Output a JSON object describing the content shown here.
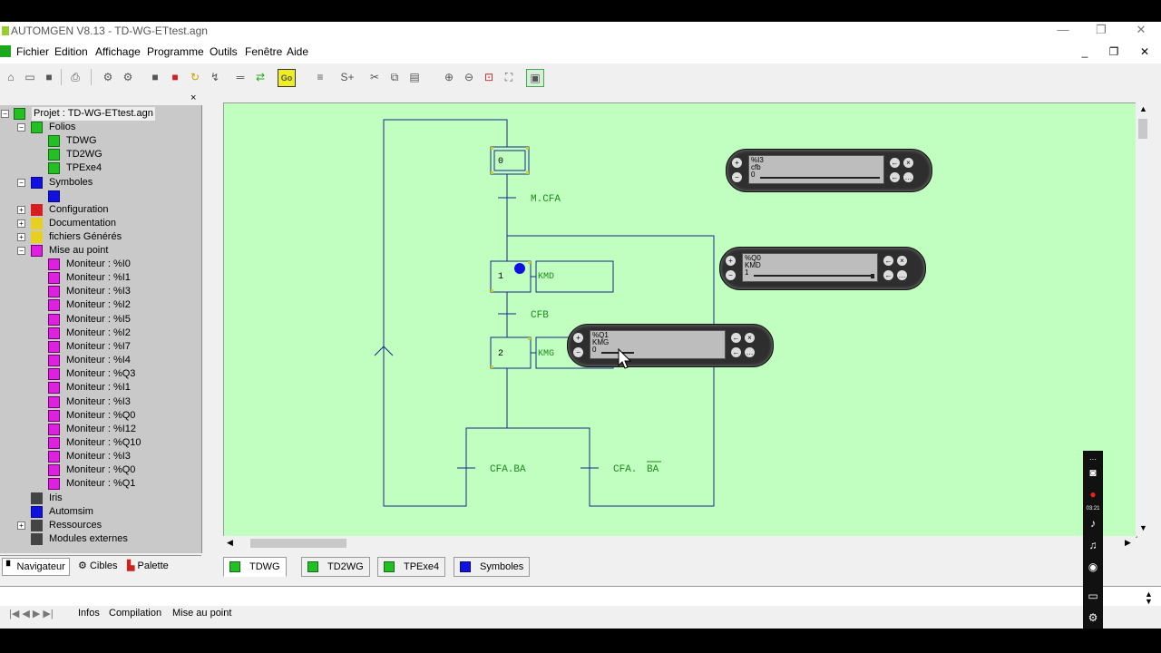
{
  "window": {
    "title": "AUTOMGEN V8.13 - TD-WG-ETtest.agn",
    "controls": {
      "minimize": "—",
      "maximize": "❐",
      "close": "✕"
    },
    "mdi_controls": {
      "minimize": "_",
      "restore": "❐",
      "close": "✕"
    }
  },
  "menu": {
    "items": [
      "Fichier",
      "Edition",
      "Affichage",
      "Programme",
      "Outils",
      "Fenêtre",
      "Aide"
    ]
  },
  "navigator": {
    "close": "×",
    "project": "Projet : TD-WG-ETtest.agn",
    "folios_label": "Folios",
    "folios": [
      "TDWG",
      "TD2WG",
      "TPExe4"
    ],
    "symboles_label": "Symboles",
    "configuration": "Configuration",
    "documentation": "Documentation",
    "fichiers": "fichiers Générés",
    "mise_au_point": "Mise au point",
    "monitors": [
      "Moniteur : %I0",
      "Moniteur : %I1",
      "Moniteur : %I3",
      "Moniteur : %I2",
      "Moniteur : %I5",
      "Moniteur : %I2",
      "Moniteur : %I7",
      "Moniteur : %I4",
      "Moniteur : %Q3",
      "Moniteur : %I1",
      "Moniteur : %I3",
      "Moniteur : %Q0",
      "Moniteur : %I12",
      "Moniteur : %Q10",
      "Moniteur : %I3",
      "Moniteur : %Q0",
      "Moniteur : %Q1"
    ],
    "iris": "Iris",
    "automsim": "Automsim",
    "ressources": "Ressources",
    "modules": "Modules externes",
    "tabs": [
      "Navigateur",
      "Cibles",
      "Palette"
    ]
  },
  "grafcet": {
    "step0": "0",
    "t0": "M.CFA",
    "step1": "1",
    "action1": "KMD",
    "t1": "CFB",
    "step2": "2",
    "action2": "KMG",
    "t2a": "CFA.BA",
    "t2b_prefix": "CFA.",
    "t2b_over": "BA"
  },
  "monitors_float": [
    {
      "var": "%I3",
      "sym": "cfb",
      "val": "0"
    },
    {
      "var": "%Q0",
      "sym": "KMD",
      "val": "1"
    },
    {
      "var": "%Q1",
      "sym": "KMG",
      "val": "0"
    }
  ],
  "doc_tabs": [
    "TDWG",
    "TD2WG",
    "TPExe4",
    "Symboles"
  ],
  "bottom_tabs": [
    "Infos",
    "Compilation",
    "Mise au point"
  ],
  "recorder": {
    "time": "03:21"
  }
}
